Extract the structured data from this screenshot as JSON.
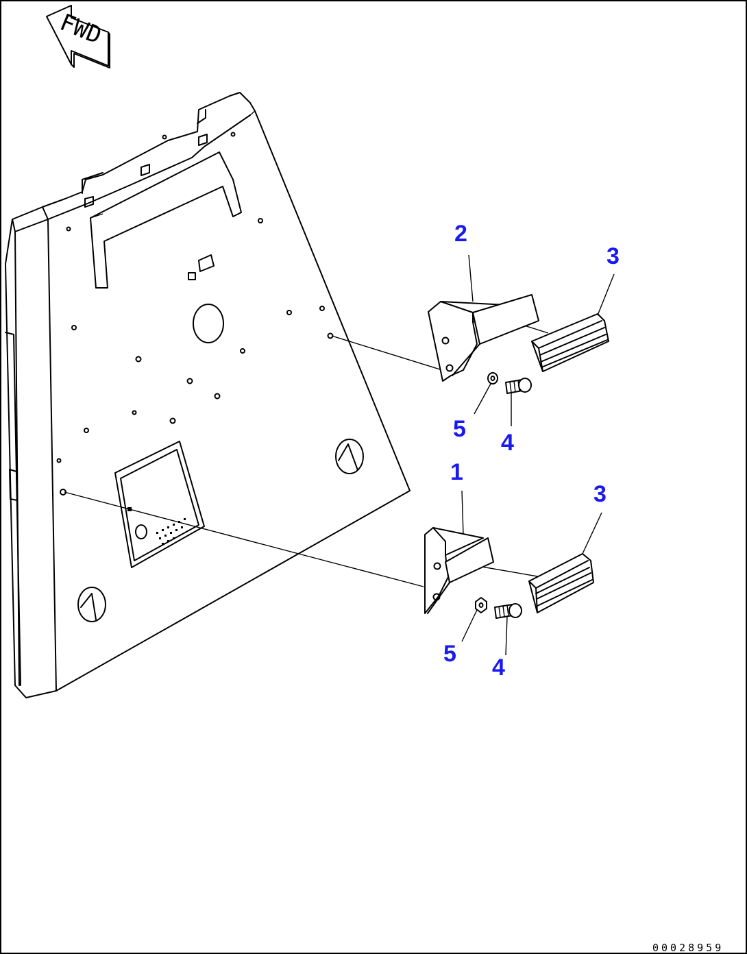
{
  "direction_arrow": {
    "label": "FWD"
  },
  "callouts": [
    {
      "id": "part-2",
      "text": "2"
    },
    {
      "id": "part-3-upper",
      "text": "3"
    },
    {
      "id": "part-5-upper",
      "text": "5"
    },
    {
      "id": "part-4-upper",
      "text": "4"
    },
    {
      "id": "part-1",
      "text": "1"
    },
    {
      "id": "part-3-lower",
      "text": "3"
    },
    {
      "id": "part-5-lower",
      "text": "5"
    },
    {
      "id": "part-4-lower",
      "text": "4"
    }
  ],
  "drawing_number": "00028959",
  "colors": {
    "callout": "#1a1af0",
    "line": "#000000",
    "background": "#ffffff"
  }
}
